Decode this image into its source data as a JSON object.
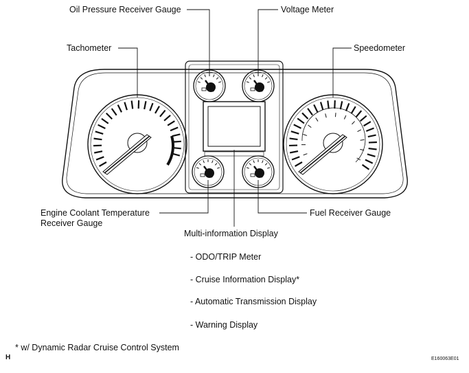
{
  "labels": {
    "oil_pressure": "Oil Pressure Receiver Gauge",
    "voltage": "Voltage Meter",
    "tachometer": "Tachometer",
    "speedometer": "Speedometer",
    "engine_coolant_line1": "Engine Coolant Temperature",
    "engine_coolant_line2": "Receiver Gauge",
    "fuel": "Fuel Receiver Gauge",
    "multi_info": "Multi-information Display"
  },
  "multi_info_items": [
    "- ODO/TRIP Meter",
    "- Cruise Information Display*",
    "- Automatic Transmission Display",
    "- Warning Display"
  ],
  "footnote": "* w/ Dynamic Radar Cruise Control System",
  "corner_mark": "H",
  "figure_code": "E160063E01"
}
